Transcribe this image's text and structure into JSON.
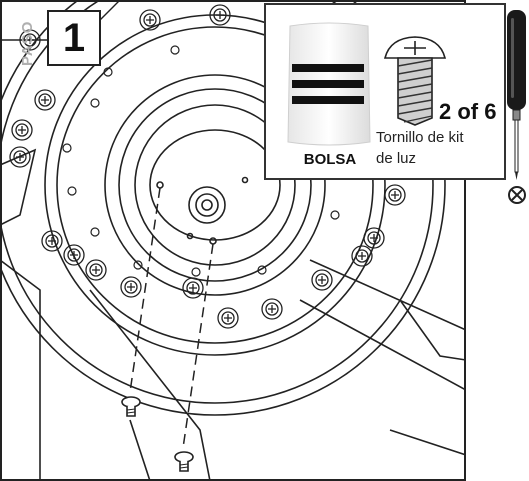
{
  "step": {
    "number": "1",
    "side_label": "PASO"
  },
  "hardware": {
    "bag_label": "BOLSA",
    "count": "2 of 6",
    "description_line1": "Tornillo de kit",
    "description_line2": "de luz"
  },
  "icons": {
    "bag": "hardware-bag-icon",
    "screw": "screw-icon",
    "screwdriver": "phillips-screwdriver-icon",
    "power_tool_prohibited": "no-power-tool-icon"
  }
}
